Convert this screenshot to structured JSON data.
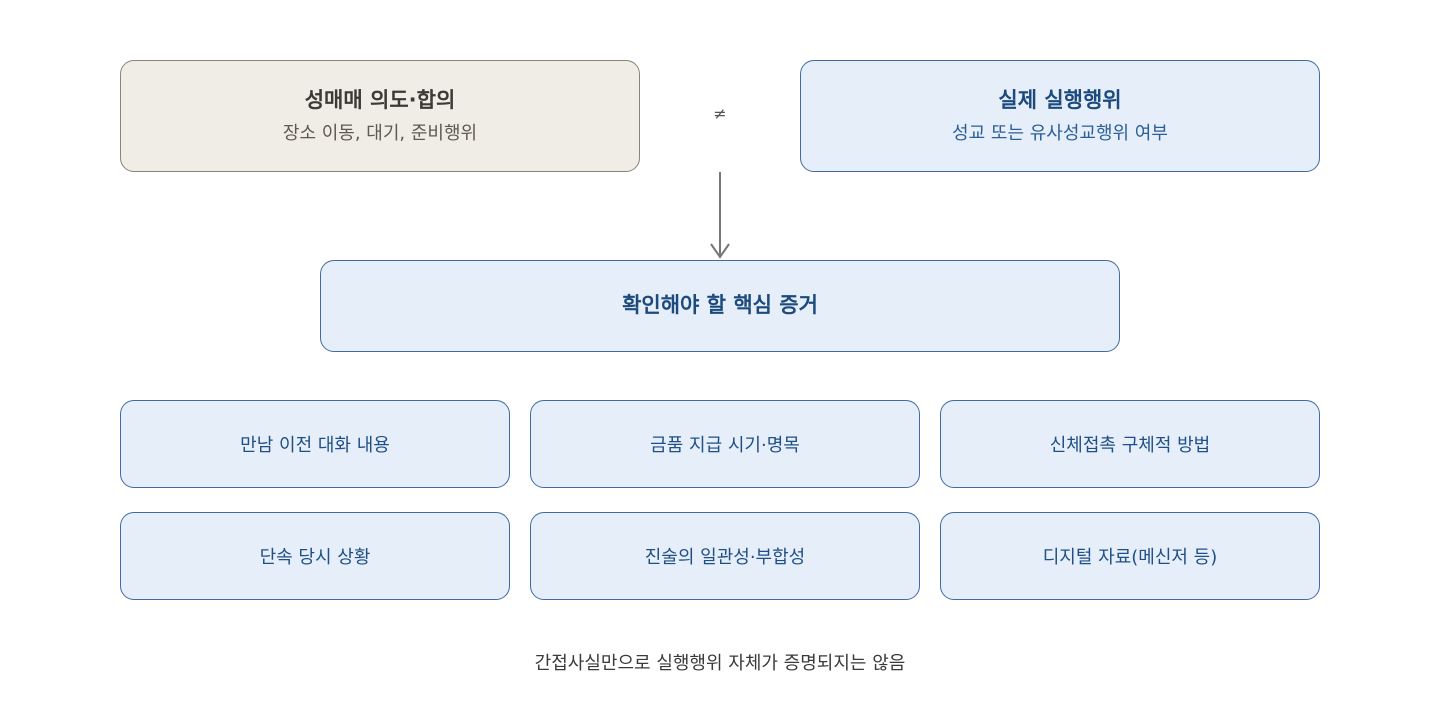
{
  "top": {
    "left_box": {
      "title": "성매매 의도·합의",
      "subtitle": "장소 이동, 대기, 준비행위"
    },
    "relation_symbol": "≠",
    "right_box": {
      "title": "실제 실행행위",
      "subtitle": "성교 또는 유사성교행위 여부"
    }
  },
  "center_box": {
    "title": "확인해야 할 핵심 증거"
  },
  "evidence_items": [
    "만남 이전 대화 내용",
    "금품 지급 시기·명목",
    "신체접촉 구체적 방법",
    "단속 당시 상황",
    "진술의 일관성·부합성",
    "디지털 자료(메신저 등)"
  ],
  "footnote": "간접사실만으로 실행행위 자체가 증명되지는 않음",
  "colors": {
    "blue_fill": "#e6eff9",
    "blue_border": "#3f6d9c",
    "blue_text": "#1f4f86",
    "beige_fill": "#f0ede6",
    "beige_border": "#8a8478",
    "arrow": "#777777"
  }
}
